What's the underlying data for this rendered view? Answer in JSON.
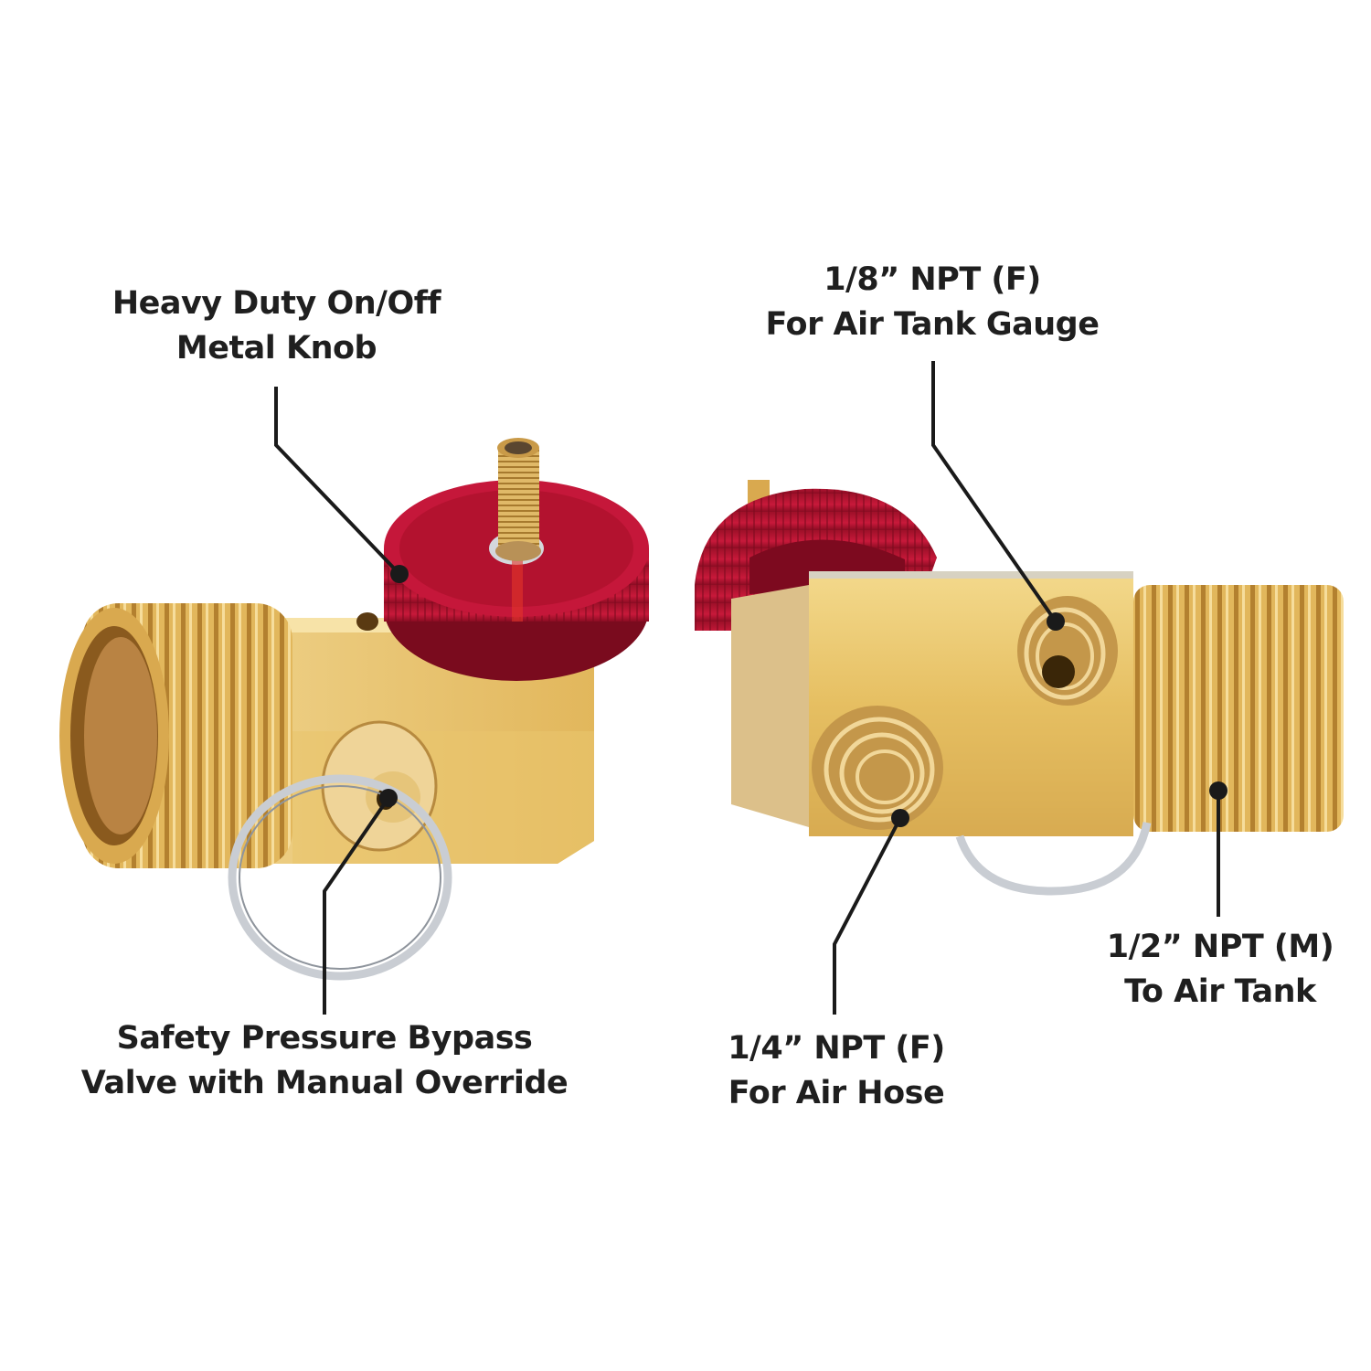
{
  "image": {
    "background": "#ffffff",
    "colors": {
      "brass": "#e8c36a",
      "brass_dark": "#b98a34",
      "knob_red": "#b5132e",
      "ring_silver": "#c9cdd3",
      "leader_line": "#1a1a1a",
      "text": "#1f1f1f"
    }
  },
  "callouts": [
    {
      "id": "knob",
      "line1": "Heavy Duty On/Off",
      "line2": "Metal Knob"
    },
    {
      "id": "bypass",
      "line1": "Safety Pressure Bypass",
      "line2": "Valve with Manual Override"
    },
    {
      "id": "gauge",
      "line1": "1/8” NPT (F)",
      "line2": "For Air Tank Gauge"
    },
    {
      "id": "hose",
      "line1": "1/4” NPT (F)",
      "line2": "For Air Hose"
    },
    {
      "id": "tank",
      "line1": "1/2” NPT (M)",
      "line2": "To Air Tank"
    }
  ],
  "products": [
    {
      "id": "left-valve",
      "view": "front",
      "parts": [
        "male-thread-inlet",
        "brass-body",
        "red-knob",
        "schrader-stem",
        "bypass-valve",
        "pull-ring"
      ]
    },
    {
      "id": "right-valve",
      "view": "side",
      "parts": [
        "red-knob",
        "brass-body",
        "gauge-port",
        "hose-port",
        "male-thread-outlet",
        "pull-ring"
      ]
    }
  ]
}
